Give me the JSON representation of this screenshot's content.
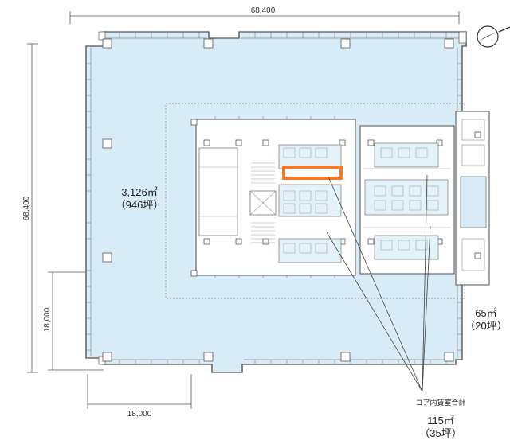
{
  "dimensions": {
    "top_width": "68,400",
    "left_height": "68,400",
    "left_bay": "18,000",
    "bottom_bay": "18,000"
  },
  "office_area": {
    "area_m2": "3,126㎡",
    "area_tsubo": "（946坪）"
  },
  "side_room": {
    "area_m2": "65㎡",
    "area_tsubo": "（20坪）"
  },
  "core_rental": {
    "label": "コア内賃室合計",
    "area_m2": "115㎡",
    "area_tsubo": "（35坪）"
  },
  "colors": {
    "floor_fill": "#d7ecf6",
    "wall": "#6b6b6b",
    "highlight": "#f07a2c"
  },
  "icons": {
    "north": "north-arrow-icon"
  }
}
